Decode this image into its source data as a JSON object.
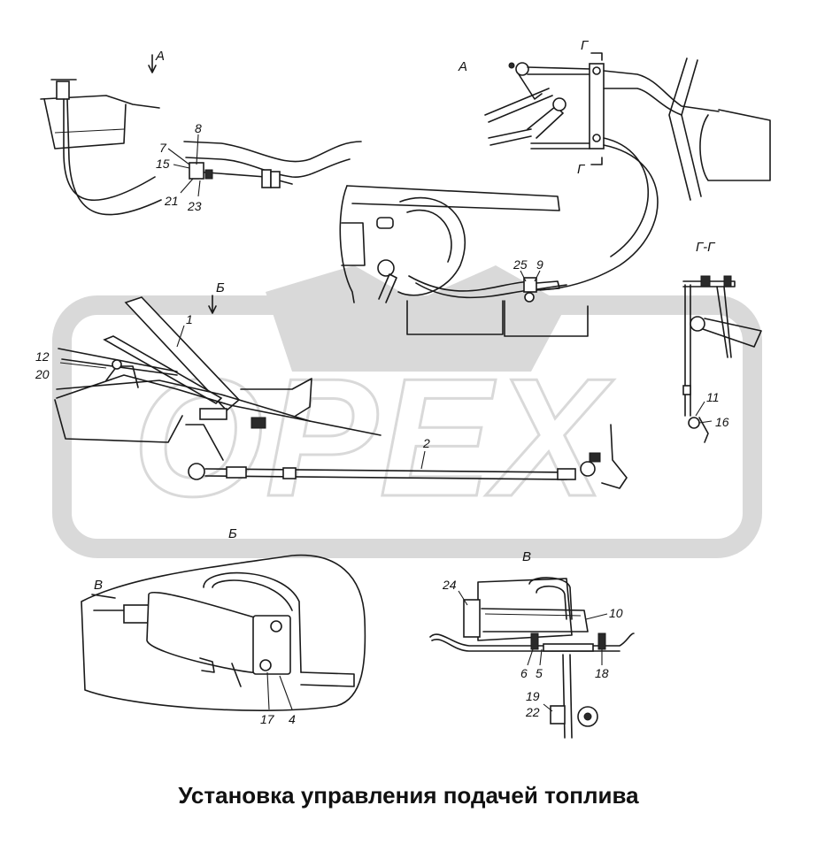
{
  "caption": "Установка управления подачей топлива",
  "watermark": {
    "text": "OPEX",
    "color": "#d9d9d9"
  },
  "views": {
    "view_a_arrow": "А",
    "view_a": "А",
    "section_g_top": "Г",
    "section_g_bottom": "Г",
    "section_gg": "Г-Г",
    "view_b_arrow": "Б",
    "view_b": "Б",
    "view_v_arrow": "В",
    "view_v": "В"
  },
  "callouts": {
    "c1": "1",
    "c2": "2",
    "c4": "4",
    "c5": "5",
    "c6": "6",
    "c7": "7",
    "c8": "8",
    "c9": "9",
    "c10": "10",
    "c11": "11",
    "c12": "12",
    "c15": "15",
    "c16": "16",
    "c17": "17",
    "c18": "18",
    "c19": "19",
    "c20": "20",
    "c21": "21",
    "c22": "22",
    "c23": "23",
    "c24": "24",
    "c25": "25"
  }
}
